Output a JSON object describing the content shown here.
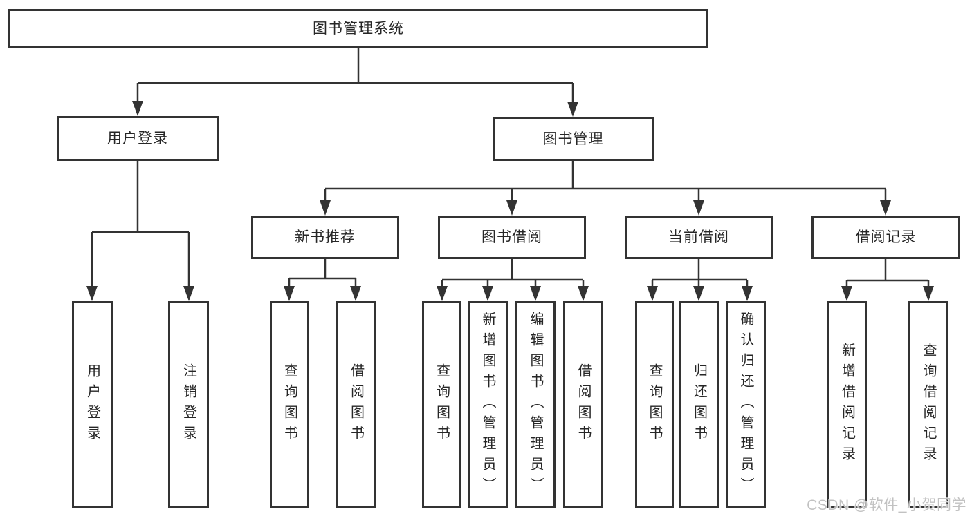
{
  "tree": {
    "label": "图书管理系统",
    "children": [
      {
        "label": "用户登录",
        "children": [
          {
            "label": "用户登录"
          },
          {
            "label": "注销登录"
          }
        ]
      },
      {
        "label": "图书管理",
        "children": [
          {
            "label": "新书推荐",
            "children": [
              {
                "label": "查询图书"
              },
              {
                "label": "借阅图书"
              }
            ]
          },
          {
            "label": "图书借阅",
            "children": [
              {
                "label": "查询图书"
              },
              {
                "label": "新增图书（管理员）"
              },
              {
                "label": "编辑图书（管理员）"
              },
              {
                "label": "借阅图书"
              }
            ]
          },
          {
            "label": "当前借阅",
            "children": [
              {
                "label": "查询图书"
              },
              {
                "label": "归还图书"
              },
              {
                "label": "确认归还（管理员）"
              }
            ]
          },
          {
            "label": "借阅记录",
            "children": [
              {
                "label": "新增借阅记录"
              },
              {
                "label": "查询借阅记录"
              }
            ]
          }
        ]
      }
    ]
  },
  "watermark": "CSDN @软件_小贺同学",
  "colors": {
    "background": "#ffffff",
    "line": "#333333",
    "box_border": "#333333",
    "text": "#262626",
    "watermark": "#c2c2c2"
  }
}
